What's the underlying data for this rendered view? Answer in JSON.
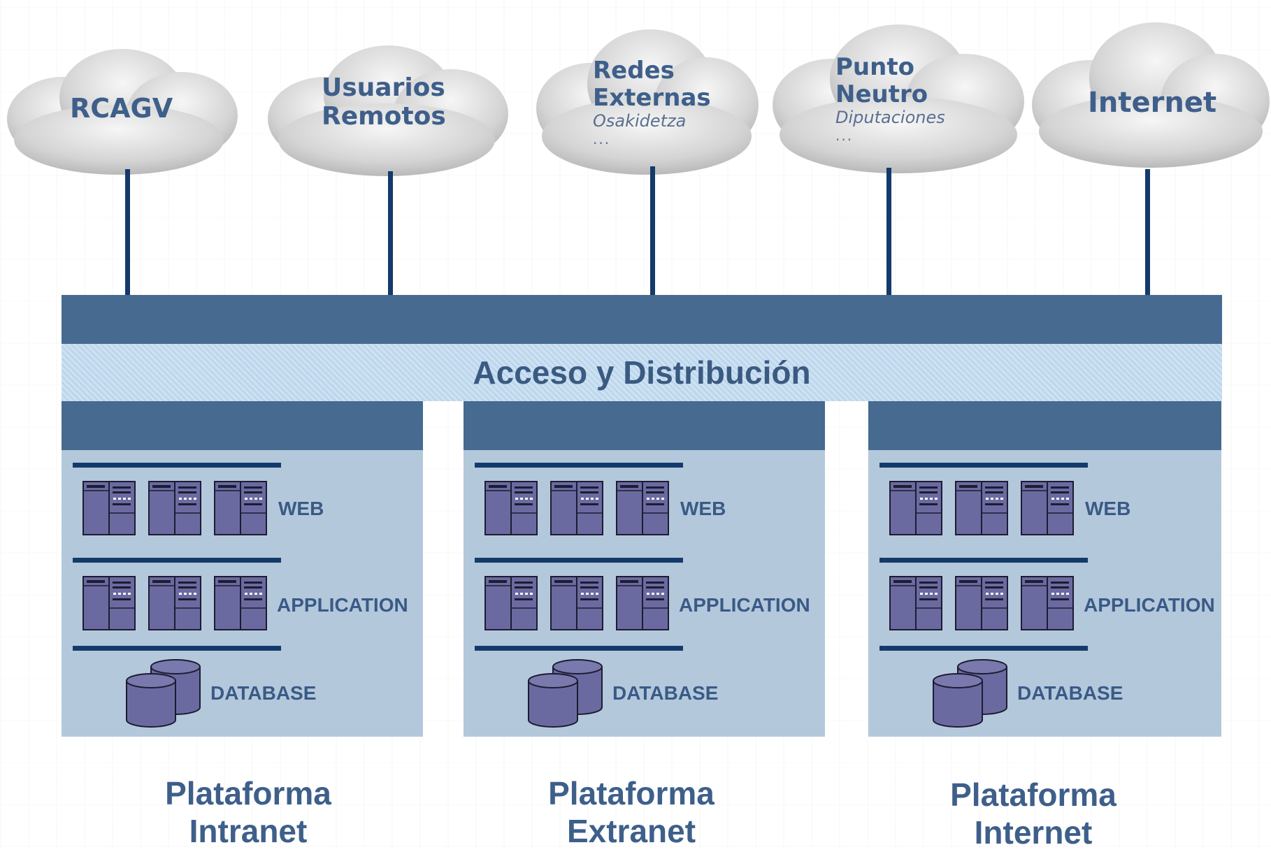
{
  "clouds": [
    {
      "label_line1": "RCAGV",
      "label_line2": "",
      "sub": "",
      "dots": ""
    },
    {
      "label_line1": "Usuarios",
      "label_line2": "Remotos",
      "sub": "",
      "dots": ""
    },
    {
      "label_line1": "Redes",
      "label_line2": "Externas",
      "sub": "Osakidetza",
      "dots": "..."
    },
    {
      "label_line1": "Punto",
      "label_line2": "Neutro",
      "sub": "Diputaciones",
      "dots": "..."
    },
    {
      "label_line1": "Internet",
      "label_line2": "",
      "sub": "",
      "dots": ""
    }
  ],
  "bus": {
    "title": "Acceso y Distribución"
  },
  "platforms": [
    {
      "caption_line1": "Plataforma",
      "caption_line2": "Intranet",
      "web": "WEB",
      "application": "APPLICATION",
      "database": "DATABASE"
    },
    {
      "caption_line1": "Plataforma",
      "caption_line2": "Extranet",
      "web": "WEB",
      "application": "APPLICATION",
      "database": "DATABASE"
    },
    {
      "caption_line1": "Plataforma",
      "caption_line2": "Internet",
      "web": "WEB",
      "application": "APPLICATION",
      "database": "DATABASE"
    }
  ],
  "colors": {
    "bus_dark": "#466a90",
    "band_light": "#bcd6ec",
    "platform_bg": "#b4c8dc",
    "line": "#133a6a",
    "server": "#6b6aa0",
    "text": "#3e5f8a"
  }
}
